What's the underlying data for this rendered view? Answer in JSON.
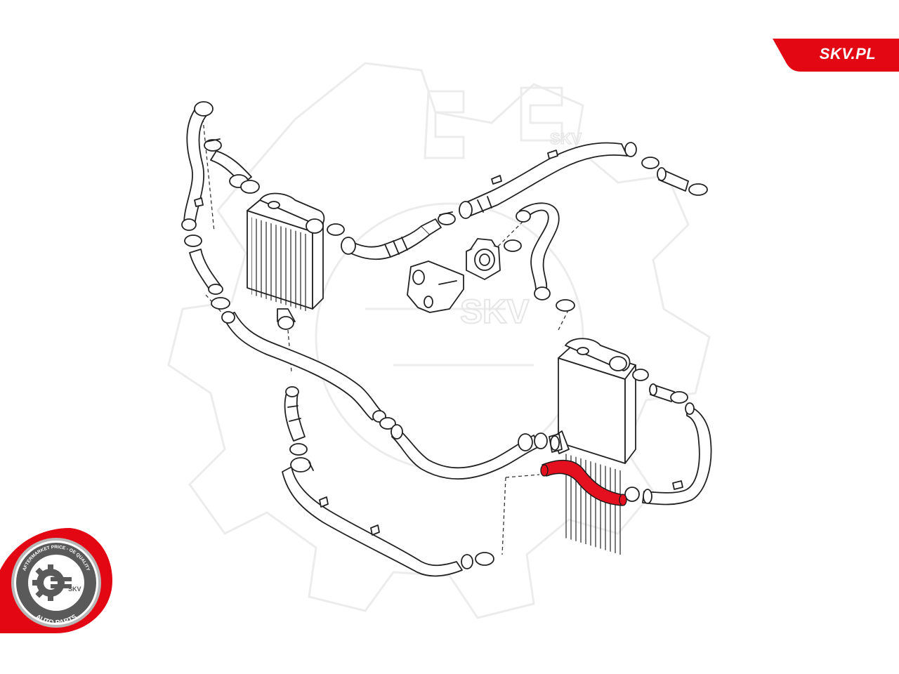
{
  "brand": {
    "site_label": "SKV.PL",
    "accent_color": "#e30613",
    "watermark_text": "SKV"
  },
  "seal": {
    "ring_text": "AFTERMARKET PRICE - OE QUALITY",
    "bottom_text": "AUTO PARTS",
    "center_text": "SKV"
  },
  "diagram": {
    "highlight_color": "#e4101f",
    "line_color": "#222222",
    "components": [
      {
        "name": "intercooler-left-icon"
      },
      {
        "name": "intercooler-right-icon"
      },
      {
        "name": "throttle-body-icon"
      },
      {
        "name": "intake-manifold-icon"
      },
      {
        "name": "charge-air-hose-highlighted-icon"
      }
    ]
  }
}
